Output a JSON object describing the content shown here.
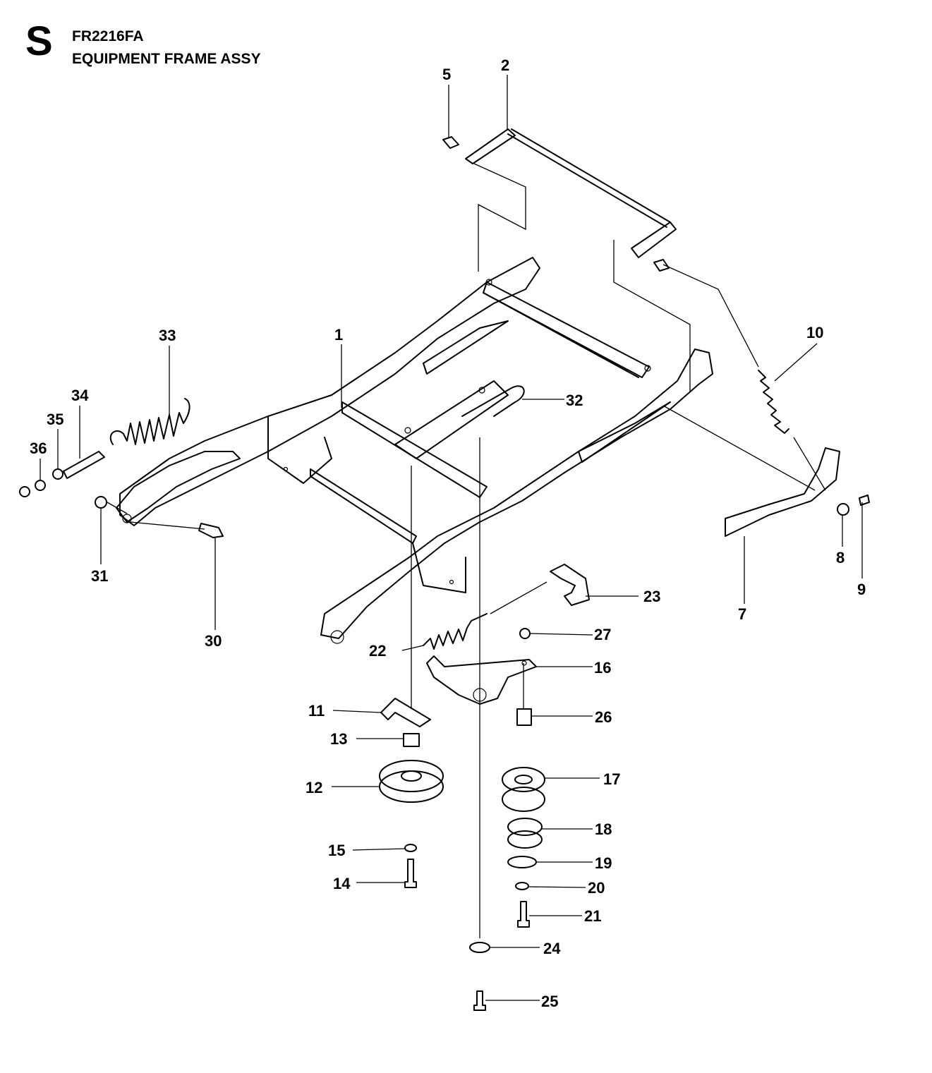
{
  "header": {
    "section_letter": "S",
    "model": "FR2216FA",
    "title": "EQUIPMENT FRAME ASSY"
  },
  "callouts": [
    "1",
    "2",
    "5",
    "7",
    "8",
    "9",
    "10",
    "11",
    "12",
    "13",
    "14",
    "15",
    "16",
    "17",
    "18",
    "19",
    "20",
    "21",
    "22",
    "23",
    "24",
    "25",
    "26",
    "27",
    "30",
    "31",
    "32",
    "33",
    "34",
    "35",
    "36"
  ]
}
